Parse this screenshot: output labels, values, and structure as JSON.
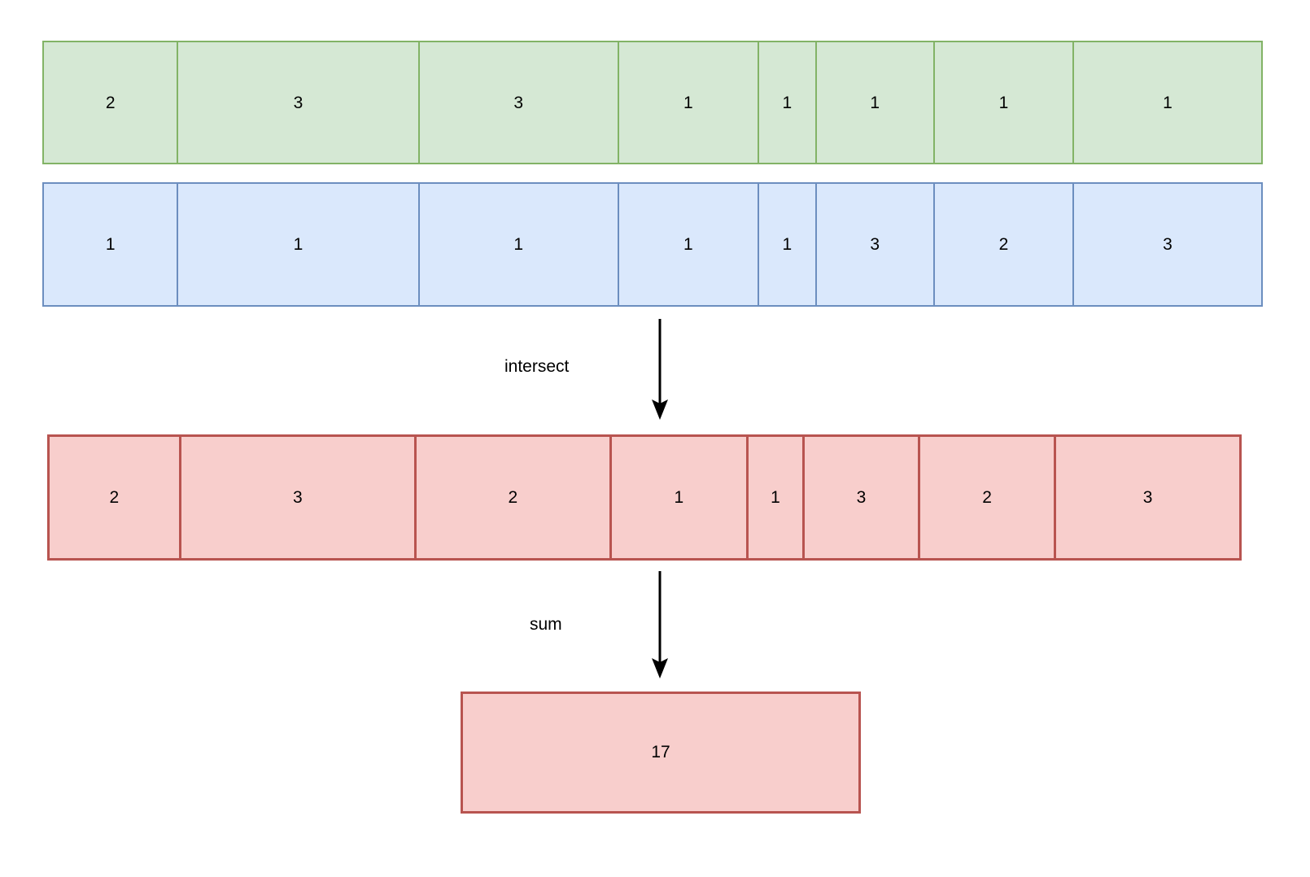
{
  "diagram": {
    "title": "intersect-and-sum-array-diagram",
    "colors": {
      "green_fill": "#d5e8d4",
      "green_border": "#82b366",
      "blue_fill": "#dae8fc",
      "blue_border": "#6c8ebf",
      "red_fill": "#f8cecc",
      "red_border": "#b85450",
      "text": "#000000",
      "arrow": "#000000",
      "background": "#ffffff"
    },
    "rows": {
      "green": {
        "name": "green-array",
        "values": [
          "2",
          "3",
          "3",
          "1",
          "1",
          "1",
          "1",
          "1"
        ],
        "widths": [
          164,
          294,
          243,
          171,
          70,
          144,
          170,
          228
        ]
      },
      "blue": {
        "name": "blue-array",
        "values": [
          "1",
          "1",
          "1",
          "1",
          "1",
          "3",
          "2",
          "3"
        ],
        "widths": [
          164,
          294,
          243,
          171,
          70,
          144,
          170,
          228
        ]
      },
      "red": {
        "name": "red-array",
        "values": [
          "2",
          "3",
          "2",
          "1",
          "1",
          "3",
          "2",
          "3"
        ],
        "widths": [
          164,
          294,
          243,
          171,
          70,
          144,
          170,
          228
        ]
      }
    },
    "edges": [
      {
        "name": "intersect-edge",
        "label": "intersect"
      },
      {
        "name": "sum-edge",
        "label": "sum"
      }
    ],
    "result": {
      "name": "sum-result-box",
      "value": "17"
    }
  }
}
